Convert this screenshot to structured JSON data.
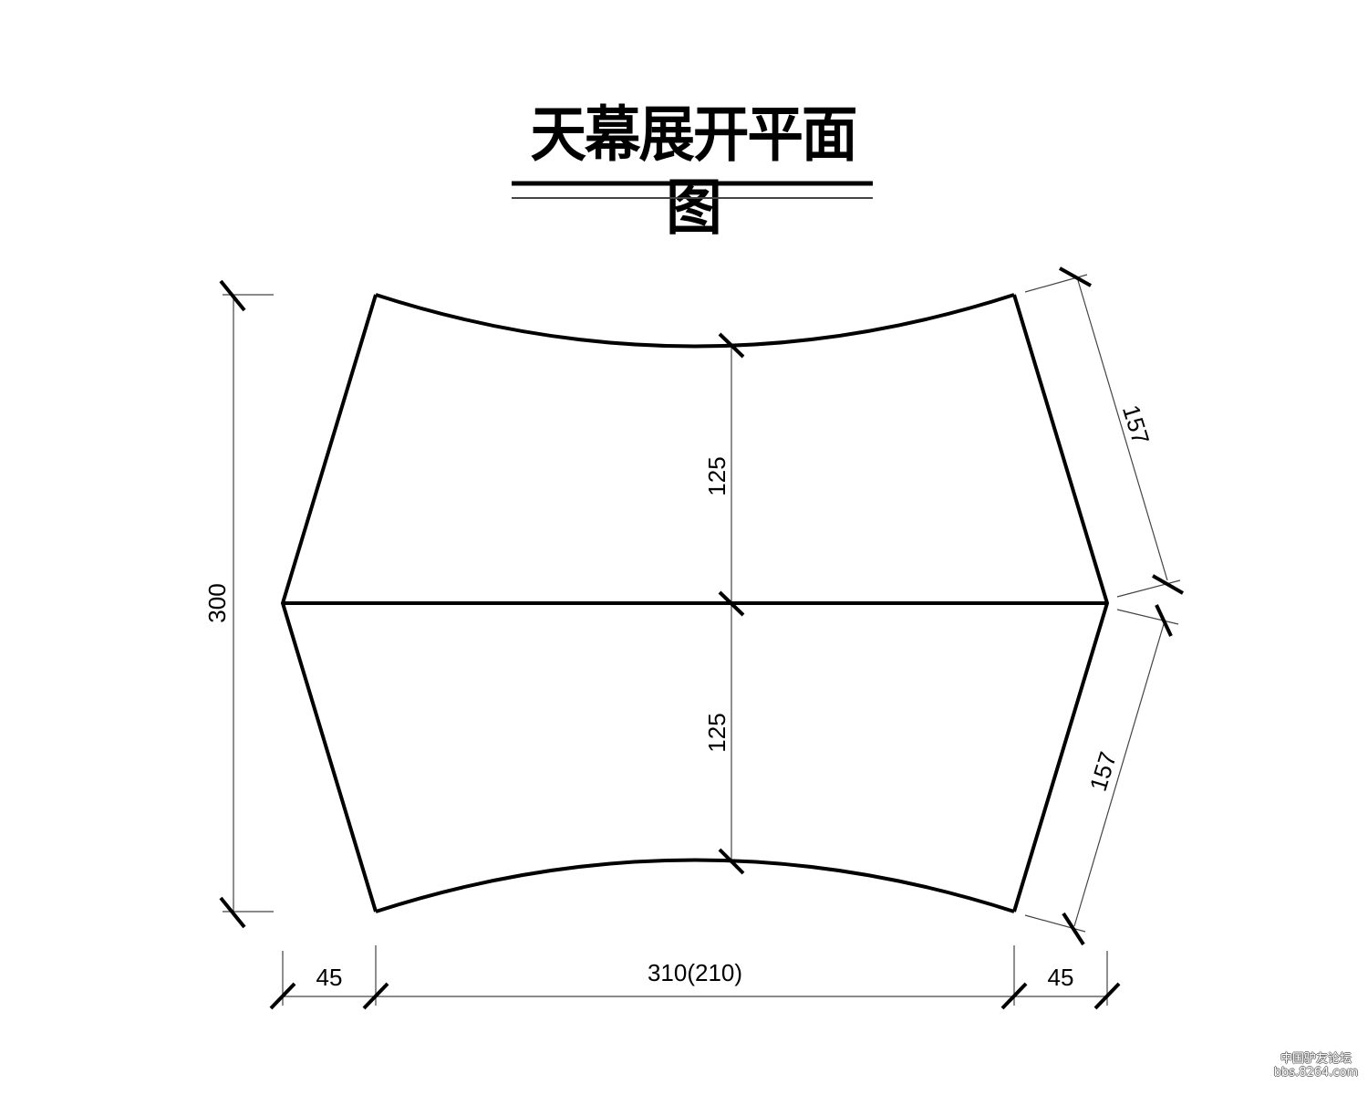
{
  "title": "天幕展开平面图",
  "drawing": {
    "shape": "tarp-unfolded-plan",
    "dimensions": {
      "overall_height": "300",
      "upper_half_center": "125",
      "lower_half_center": "125",
      "right_upper_edge": "157",
      "right_lower_edge": "157",
      "bottom_left_offset": "45",
      "bottom_center_width": "310(210)",
      "bottom_right_offset": "45"
    },
    "colors": {
      "outline": "#000000",
      "dim_line": "#555555",
      "background": "#ffffff"
    }
  },
  "watermark": {
    "line1": "中国驴友论坛",
    "line2": "bbs.8264.com"
  }
}
